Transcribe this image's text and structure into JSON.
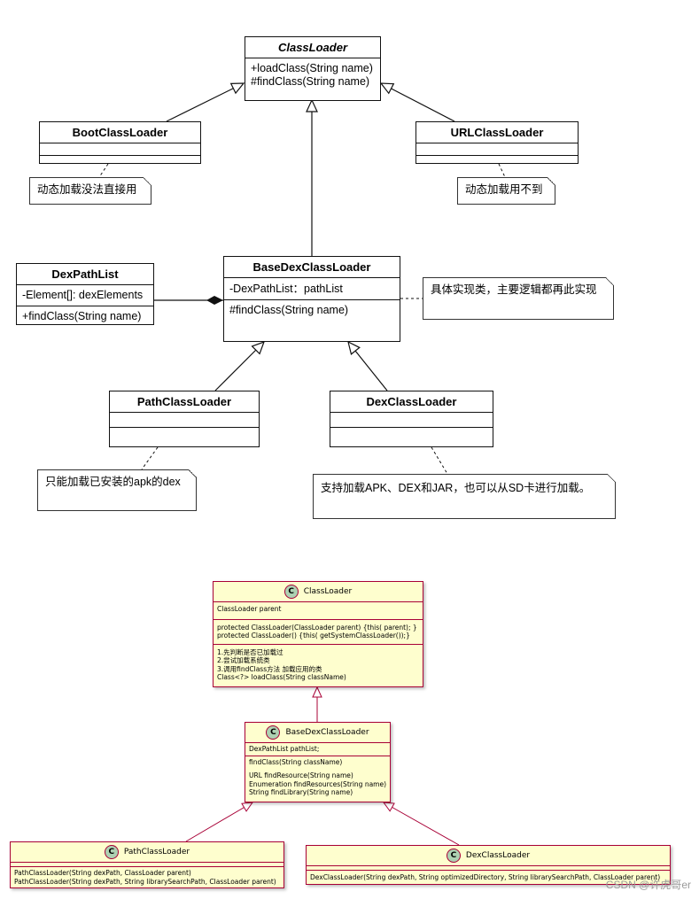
{
  "top": {
    "classloader": {
      "name": "ClassLoader",
      "methods": [
        "+loadClass(String name)",
        "#findClass(String name)"
      ]
    },
    "boot": {
      "name": "BootClassLoader"
    },
    "url": {
      "name": "URLClassLoader"
    },
    "note_boot": "动态加载没法直接用",
    "note_url": "动态加载用不到",
    "dexpathlist": {
      "name": "DexPathList",
      "field": "-Element[]: dexElements",
      "method": "+findClass(String name)"
    },
    "basedex": {
      "name": "BaseDexClassLoader",
      "field": "-DexPathList：pathList",
      "method": "#findClass(String name)"
    },
    "note_base": "具体实现类，主要逻辑都再此实现",
    "path": {
      "name": "PathClassLoader"
    },
    "dex": {
      "name": "DexClassLoader"
    },
    "note_path": "只能加载已安装的apk的dex",
    "note_dex": "支持加载APK、DEX和JAR，也可以从SD卡进行加载。"
  },
  "bottom": {
    "classloader": {
      "icon": "C",
      "name": "ClassLoader",
      "field": "ClassLoader parent",
      "constructors": [
        "protected ClassLoader(ClassLoader parent) {this( parent); }",
        "protected ClassLoader() {this( getSystemClassLoader());}"
      ],
      "steps": [
        "1.先判断是否已加载过",
        "2.尝试加载系统类",
        "3.调用findClass方法 加载应用的类",
        "Class<?> loadClass(String className)"
      ]
    },
    "basedex": {
      "icon": "C",
      "name": "BaseDexClassLoader",
      "field": "DexPathList pathList;",
      "method": "findClass(String className)",
      "methods": [
        "URL findResource(String name)",
        "Enumeration findResources(String name)",
        "String findLibrary(String name)"
      ]
    },
    "path": {
      "icon": "C",
      "name": "PathClassLoader",
      "constructors": [
        "PathClassLoader(String dexPath, ClassLoader parent)",
        "PathClassLoader(String dexPath, String librarySearchPath, ClassLoader parent)"
      ]
    },
    "dex": {
      "icon": "C",
      "name": "DexClassLoader",
      "constructor": "DexClassLoader(String dexPath, String optimizedDirectory, String librarySearchPath, ClassLoader parent)"
    }
  },
  "watermark": "CSDN @许虎哥er",
  "colors": {
    "note_bg": "#ffffff",
    "plantuml_fill": "#fefece",
    "plantuml_border": "#a80036",
    "class_icon": "#add1b2"
  }
}
